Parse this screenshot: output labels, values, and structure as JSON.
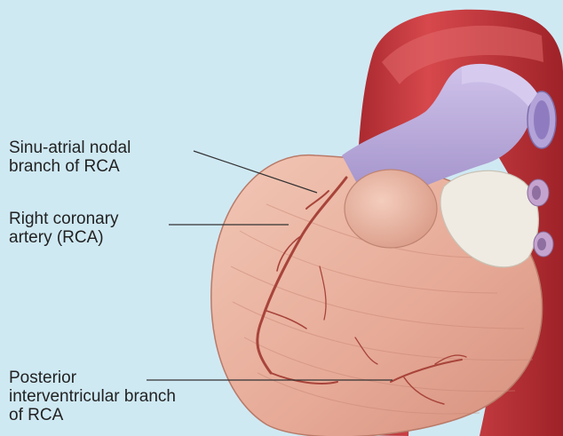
{
  "labels": {
    "sa_node": "Sinu-atrial nodal\nbranch of RCA",
    "rca": "Right coronary\nartery (RCA)",
    "posterior": "Posterior\ninterventricular branch\nof RCA"
  },
  "colors": {
    "background": "#cfe9f3",
    "aorta": "#c8343a",
    "vein": "#b9a8d8",
    "heart": "#e9b2a0",
    "vessel": "#a04038",
    "fat": "#eeeae2"
  }
}
